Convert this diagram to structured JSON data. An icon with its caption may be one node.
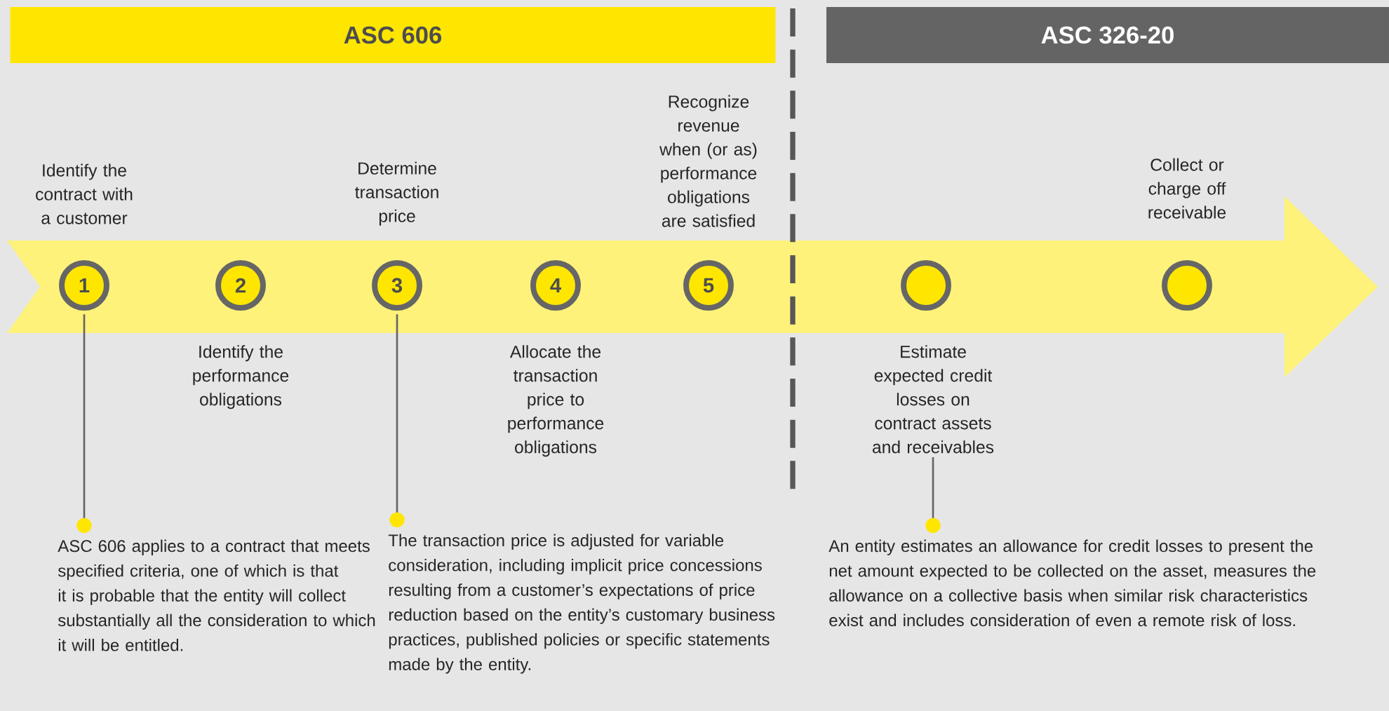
{
  "diagram": {
    "nodes": [
      {
        "text": [
          "ASC 606"
        ]
      },
      {
        "text": [
          "ASC 326-20"
        ]
      },
      {
        "text": [
          "1"
        ],
        "beside": [
          "Identify the contract with a customer"
        ]
      },
      {
        "text": [
          "2"
        ],
        "beside": [
          "Identify the performance obligations"
        ]
      },
      {
        "text": [
          "3"
        ],
        "beside": [
          "Determine transaction price"
        ]
      },
      {
        "text": [
          "4"
        ],
        "beside": [
          "Allocate the transaction price to performance obligations"
        ]
      },
      {
        "text": [
          "5"
        ],
        "beside": [
          "Recognize revenue when (or as) performance obligations are satisfied"
        ]
      },
      {
        "text": [],
        "shape": "circle"
      },
      {
        "text": [],
        "shape": "circle",
        "beside": [
          "Collect or charge off receivable"
        ]
      },
      {
        "text": [
          "Estimate expected credit losses on contract assets and receivables"
        ]
      },
      {
        "text": [
          "ASC 606 applies to a contract that meets specified criteria, one of which is that it is probable that the entity will collect substantially all the consideration to which it will be entitled."
        ]
      },
      {
        "text": [
          "The transaction price is adjusted for variable consideration, including implicit price concessions resulting from a customer’s expectations of price reduction based on the entity’s customary business practices, published policies or specific statements made by the entity."
        ]
      },
      {
        "text": [
          "An entity estimates an allowance for credit losses to present the net amount expected to be collected on the asset, measures the allowance on a collective basis when similar risk characteristics exist and includes consideration of even a remote risk of loss."
        ]
      }
    ],
    "edges": [
      {
        "from": 2,
        "to": 10,
        "arrow": "other"
      },
      {
        "from": 4,
        "to": 11,
        "arrow": "other"
      },
      {
        "from": 9,
        "to": 12,
        "arrow": "other"
      }
    ]
  }
}
